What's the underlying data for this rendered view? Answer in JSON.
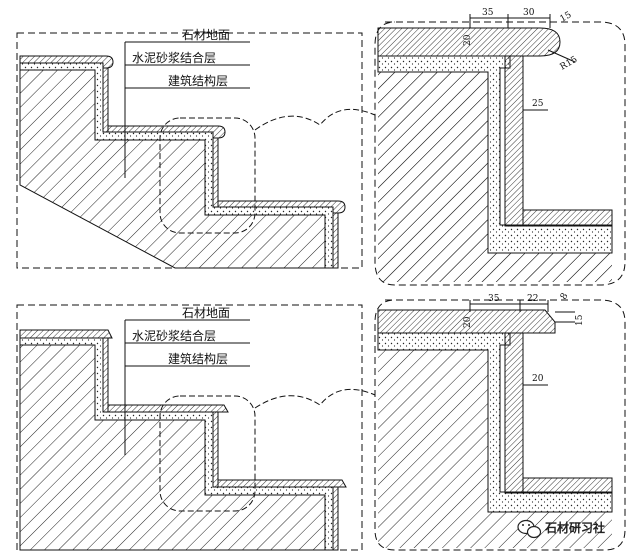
{
  "top_detail": {
    "labels": [
      "石材地面",
      "水泥砂浆结合层",
      "建筑结构层"
    ],
    "dims": {
      "d35": "35",
      "d30": "30",
      "d15": "15",
      "d20": "20",
      "dR15": "R15",
      "d25": "25"
    }
  },
  "bottom_detail": {
    "labels": [
      "石材地面",
      "水泥砂浆结合层",
      "建筑结构层"
    ],
    "dims": {
      "d35": "35",
      "d22": "22",
      "d8": "8",
      "d15": "15",
      "d20": "20",
      "d20b": "20"
    }
  },
  "watermark": {
    "text": "石材研习社",
    "icon": "wechat-icon"
  },
  "colors": {
    "line": "#111111",
    "hatch": "#222222",
    "background": "#ffffff"
  }
}
